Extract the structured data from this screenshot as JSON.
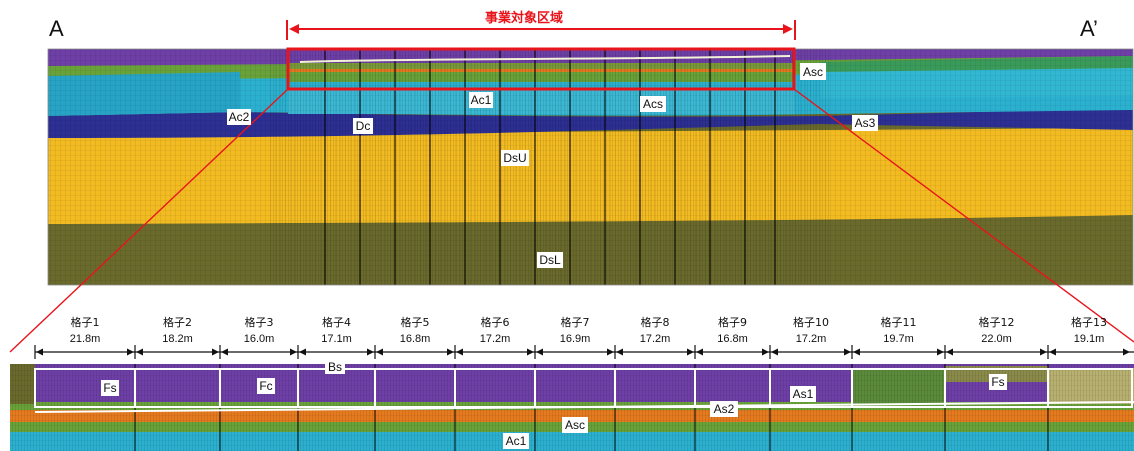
{
  "section": {
    "left_label": "A",
    "right_label": "A’",
    "project_area_label": "事業対象区域"
  },
  "upper_section": {
    "layers": [
      "Asc",
      "Ac1",
      "Acs",
      "Ac2",
      "Dc",
      "As3",
      "DsU",
      "DsL"
    ]
  },
  "lower_section": {
    "cells": [
      {
        "name": "格子1",
        "width": "21.8m"
      },
      {
        "name": "格子2",
        "width": "18.2m"
      },
      {
        "name": "格子3",
        "width": "16.0m"
      },
      {
        "name": "格子4",
        "width": "17.1m"
      },
      {
        "name": "格子5",
        "width": "16.8m"
      },
      {
        "name": "格子6",
        "width": "17.2m"
      },
      {
        "name": "格子7",
        "width": "16.9m"
      },
      {
        "name": "格子8",
        "width": "17.2m"
      },
      {
        "name": "格子9",
        "width": "16.8m"
      },
      {
        "name": "格子10",
        "width": "17.2m"
      },
      {
        "name": "格子11",
        "width": "19.7m"
      },
      {
        "name": "格子12",
        "width": "22.0m"
      },
      {
        "name": "格子13",
        "width": "19.1m"
      }
    ],
    "layers": [
      "Fs",
      "Fc",
      "Bs",
      "As1",
      "Fs",
      "As2",
      "Asc",
      "Ac1"
    ]
  },
  "colors": {
    "highlight": "#e8141b",
    "purple": "#6e3fa6",
    "navy": "#2d2f93",
    "teal": "#2bb1cf",
    "green": "#6aa23a",
    "orange": "#e57a1f",
    "gold": "#f2bb22",
    "olive": "#6a6a2d",
    "grid_boundary": "#ffffff"
  }
}
